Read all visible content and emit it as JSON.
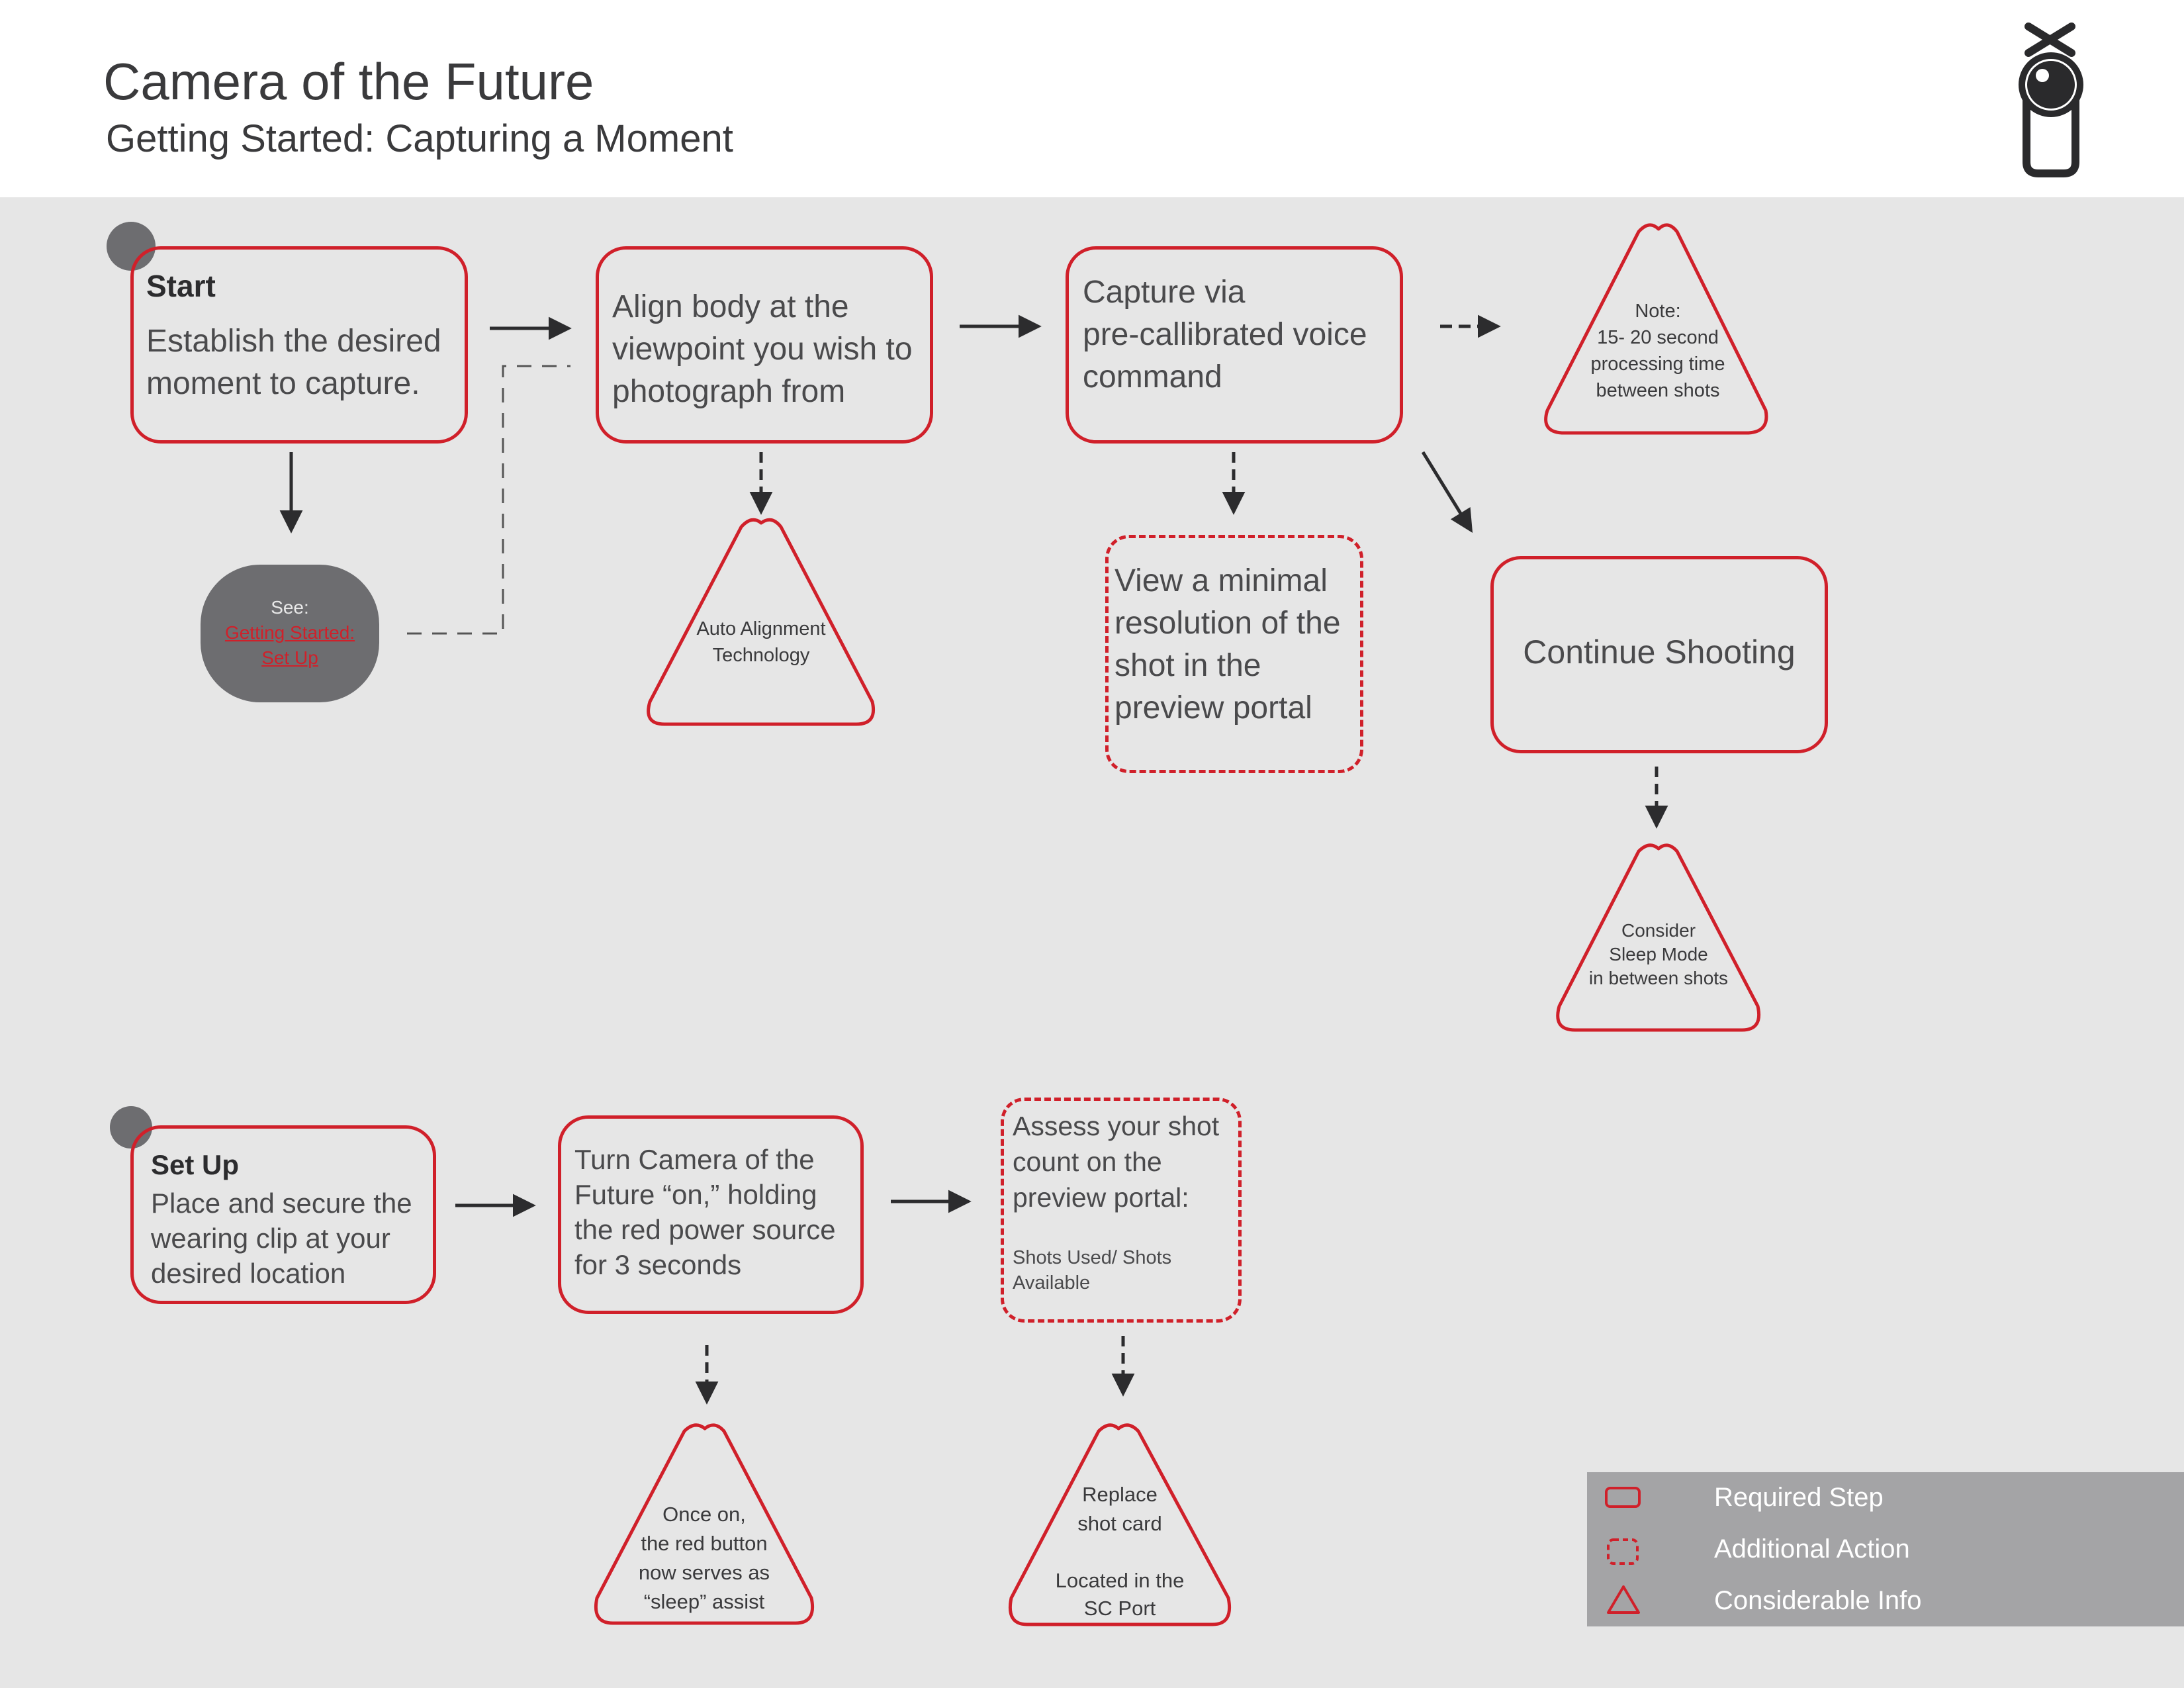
{
  "header": {
    "title": "Camera of the Future",
    "subtitle": "Getting Started: Capturing a Moment"
  },
  "flow_capture": {
    "start": {
      "heading": "Start",
      "line1": "Establish the desired",
      "line2": "moment to capture."
    },
    "see_link": {
      "prefix": "See:",
      "link1": "Getting Started:",
      "link2": "Set Up"
    },
    "align": {
      "line1": "Align body at the",
      "line2": "viewpoint you wish to",
      "line3": "photograph from"
    },
    "auto_align": {
      "line1": "Auto Alignment",
      "line2": "Technology"
    },
    "capture": {
      "line1": "Capture via",
      "line2": "pre-callibrated voice",
      "line3": "command"
    },
    "note": {
      "line1": "Note:",
      "line2": "15- 20 second",
      "line3": "processing time",
      "line4": "between shots"
    },
    "preview": {
      "line1": "View a minimal",
      "line2": "resolution of the",
      "line3": "shot in the",
      "line4": "preview portal"
    },
    "continue": {
      "label": "Continue Shooting"
    },
    "sleep_tip": {
      "line1": "Consider",
      "line2": "Sleep Mode",
      "line3": "in between shots"
    }
  },
  "flow_setup": {
    "setup": {
      "heading": "Set Up",
      "line1": "Place and secure the",
      "line2": "wearing clip at your",
      "line3": "desired location"
    },
    "power": {
      "line1": "Turn Camera of the",
      "line2": "Future “on,” holding",
      "line3": "the red power source",
      "line4": "for 3 seconds"
    },
    "assess": {
      "line1": "Assess your shot",
      "line2": "count on the",
      "line3": "preview portal:",
      "detail1": "Shots Used/ Shots",
      "detail2": "Available"
    },
    "button_tip": {
      "line1": "Once on,",
      "line2": "the red button",
      "line3": "now serves as",
      "line4": "“sleep” assist"
    },
    "card_tip": {
      "line1": "Replace",
      "line2": "shot card",
      "line3": "Located in the",
      "line4": "SC Port"
    }
  },
  "legend": {
    "required": "Required Step",
    "additional": "Additional Action",
    "info": "Considerable Info"
  },
  "colors": {
    "accent": "#d0202a",
    "text": "#4a4a4c",
    "background": "#e6e6e6",
    "node_gray": "#6d6d70",
    "legend_bg": "#a4a4a6"
  },
  "icons": {
    "logo": "camera-logo-icon",
    "start_marker": "start-dot-icon"
  }
}
